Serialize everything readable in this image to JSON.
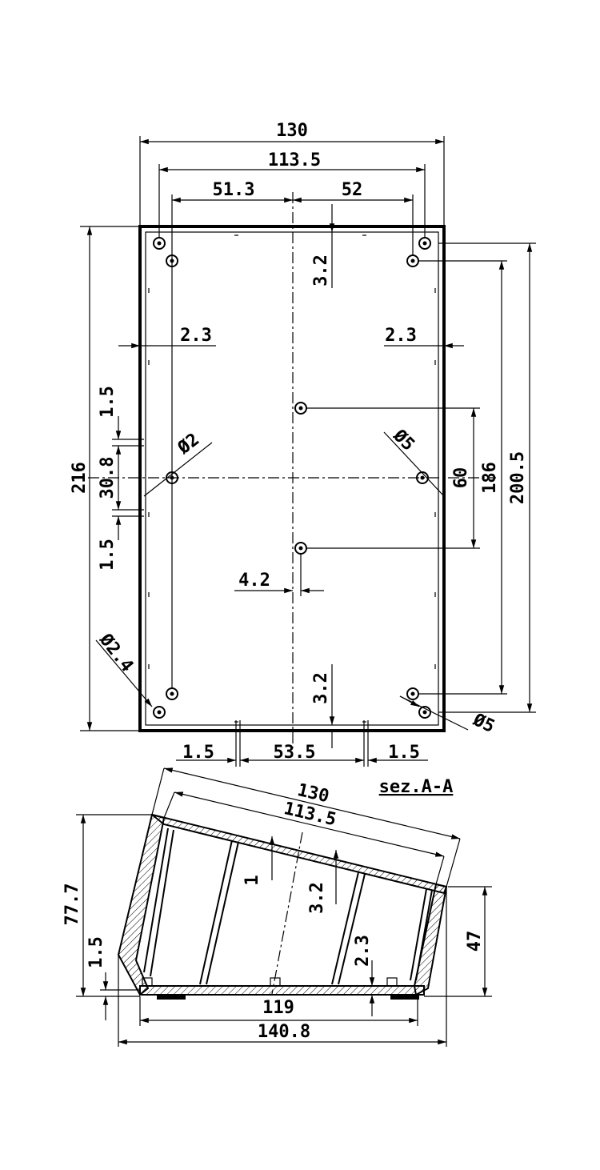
{
  "top_view": {
    "width_total": "130",
    "width_inner": "113.5",
    "hole_left": "51.3",
    "hole_right": "52",
    "offset_top": "3.2",
    "wall_left": "2.3",
    "wall_right": "2.3",
    "height_total": "216",
    "slot_top": "1.5",
    "slot_span": "30.8",
    "slot_bottom": "1.5",
    "hole_small": "Ø2",
    "hole_large": "Ø5",
    "center_spacing": "60",
    "hole_pitch": "186",
    "height_inner": "200.5",
    "offset_center": "4.2",
    "corner_hole": "Ø2.4",
    "offset_bottom": "3.2",
    "hole_corner_large": "Ø5",
    "foot_left": "1.5",
    "foot_span": "53.5",
    "foot_right": "1.5"
  },
  "section": {
    "title": "sez.A-A",
    "slope_outer": "130",
    "slope_inner": "113.5",
    "panel_thick": "1",
    "panel_offset": "3.2",
    "height_rear": "77.7",
    "height_front": "47",
    "base_offset": "1.5",
    "base_wall": "2.3",
    "base_inner": "119",
    "base_outer": "140.8"
  }
}
